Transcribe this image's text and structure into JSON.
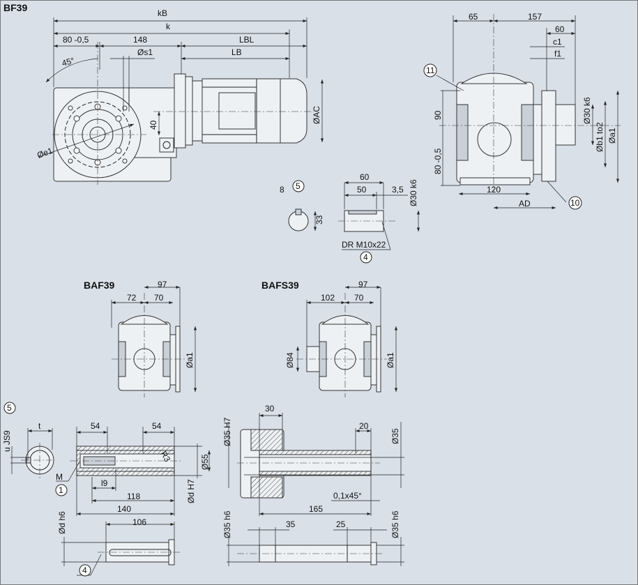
{
  "views": {
    "bf39": {
      "title": "BF39",
      "kB": "kB",
      "k": "k",
      "d80": "80 -0,5",
      "d148": "148",
      "LBL": "LBL",
      "LB": "LB",
      "s1": "Øs1",
      "angle": "45°",
      "d40": "40",
      "AC": "ØAC",
      "e1": "Øe1"
    },
    "side": {
      "d65": "65",
      "d157": "157",
      "d60": "60",
      "c1": "c1",
      "f1": "f1",
      "ref11": "11",
      "d90": "90",
      "d80": "80 -0,5",
      "shaft": "Ø30 k6",
      "b1": "Øb1 to2",
      "a1": "Øa1",
      "d120": "120",
      "AD": "AD",
      "ref10": "10"
    },
    "shaft_end": {
      "ref5": "5",
      "d8": "8",
      "d33": "33",
      "d60": "60",
      "d50": "50",
      "d35": "3,5",
      "shaft": "Ø30 k6",
      "thread": "DR M10x22",
      "ref4": "4"
    },
    "baf39": {
      "title": "BAF39",
      "d97": "97",
      "d72": "72",
      "d70": "70",
      "a1": "Øa1"
    },
    "bafs39": {
      "title": "BAFS39",
      "d97": "97",
      "d102": "102",
      "d70": "70",
      "d84": "Ø84",
      "a1": "Øa1"
    },
    "hollow": {
      "ref5": "5",
      "u": "u JS9",
      "t": "t",
      "d54a": "54",
      "d54b": "54",
      "R3": "R3",
      "d55": "Ø55",
      "M": "M",
      "ref1": "1",
      "l9": "l9",
      "d118": "118",
      "dH7": "Ød H7",
      "d140": "140",
      "dh6": "Ød h6",
      "d106": "106",
      "ref4": "4"
    },
    "shrink": {
      "H7": "Ø35 H7",
      "d30": "30",
      "d20": "20",
      "d35": "Ø35",
      "chamfer": "0,1x45°",
      "d165": "165",
      "h6a": "Ø35 h6",
      "d35b": "35",
      "d25": "25",
      "h6b": "Ø35 h6"
    }
  }
}
